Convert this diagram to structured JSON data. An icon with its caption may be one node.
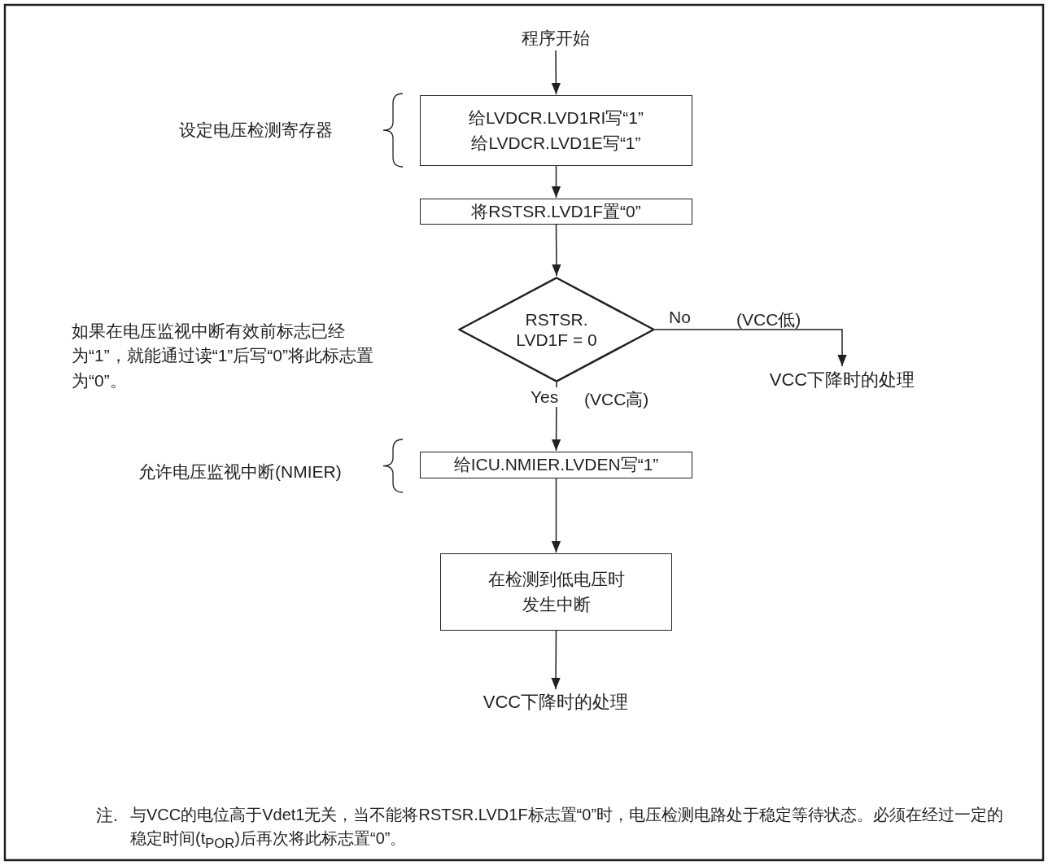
{
  "diagram": {
    "nodes": [
      {
        "text": [
          "程序开始"
        ]
      },
      {
        "text": [
          "给LVDCR.LVD1RI写“1”",
          "给LVDCR.LVD1E写“1”"
        ]
      },
      {
        "text": [
          "将RSTSR.LVD1F置“0”"
        ]
      },
      {
        "text": [
          "RSTSR. LVD1F = 0"
        ]
      },
      {
        "text": [
          "VCC下降时的处理"
        ]
      },
      {
        "text": [
          "给ICU.NMIER.LVDEN写“1”"
        ]
      },
      {
        "text": [
          "在检测到低电压时发生中断"
        ]
      },
      {
        "text": [
          "VCC下降时的处理"
        ]
      }
    ],
    "edges": [
      {
        "from": 0,
        "to": 1,
        "arrow": "to"
      },
      {
        "from": 1,
        "to": 2,
        "arrow": "to"
      },
      {
        "from": 2,
        "to": 3,
        "arrow": "to"
      },
      {
        "from": 3,
        "to": 4,
        "arrow": "to",
        "label": "No"
      },
      {
        "from": 3,
        "to": 5,
        "arrow": "to",
        "label": "Yes"
      },
      {
        "from": 5,
        "to": 6,
        "arrow": "to"
      },
      {
        "from": 6,
        "to": 7,
        "arrow": "to"
      }
    ],
    "labels": [
      "设定电压检测寄存器",
      "如果在电压监视中断有效前标志已经为“1”，就能通过读“1”后写“0”将此标志置为“0”。",
      "(VCC低)",
      "(VCC高)",
      "允许电压监视中断(NMIER)",
      "注.",
      "与VCC的电位高于Vdet1无关，当不能将RSTSR.LVD1F标志置“0”时，电压检测电路处于稳定等待状态。必须在经过一定的稳定时间(t$_{POR}$)后再次将此标志置“0”。"
    ]
  }
}
